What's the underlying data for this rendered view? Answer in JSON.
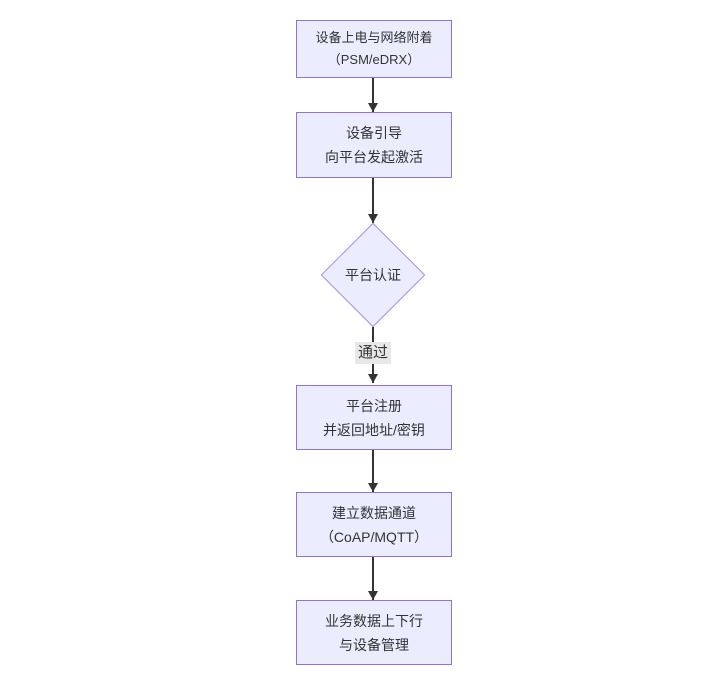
{
  "diagram": {
    "type": "flowchart-vertical",
    "colors": {
      "canvas_bg": "#ffffff",
      "node_fill": "#ECECFF",
      "node_border": "#9370DB",
      "diamond_border": "#a88fe2",
      "arrow": "#333333",
      "edge_label_bg": "#e8e8e8",
      "text": "#333333"
    },
    "nodes": {
      "n1": {
        "shape": "rect",
        "lines": [
          "设备上电与网络附着",
          "（PSM/eDRX）"
        ]
      },
      "n2": {
        "shape": "rect",
        "lines": [
          "设备引导",
          "向平台发起激活"
        ]
      },
      "n3": {
        "shape": "diamond",
        "lines": [
          "平台认证"
        ]
      },
      "n4": {
        "shape": "rect",
        "lines": [
          "平台注册",
          "并返回地址/密钥"
        ]
      },
      "n5": {
        "shape": "rect",
        "lines": [
          "建立数据通道",
          "（CoAP/MQTT）"
        ]
      },
      "n6": {
        "shape": "rect",
        "lines": [
          "业务数据上下行",
          "与设备管理"
        ]
      }
    },
    "edges": [
      {
        "from": "n1",
        "to": "n2",
        "label": ""
      },
      {
        "from": "n2",
        "to": "n3",
        "label": ""
      },
      {
        "from": "n3",
        "to": "n4",
        "label": "通过"
      },
      {
        "from": "n4",
        "to": "n5",
        "label": ""
      },
      {
        "from": "n5",
        "to": "n6",
        "label": ""
      }
    ]
  }
}
